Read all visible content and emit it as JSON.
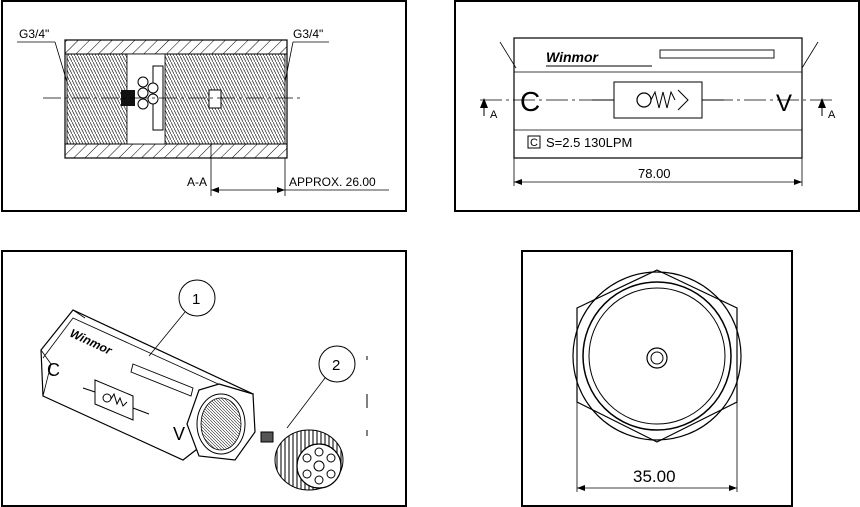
{
  "section_view": {
    "thread_left": "G3/4\"",
    "thread_right": "G3/4\"",
    "section_label": "A-A",
    "approx_dim": "APPROX.  26.00"
  },
  "front_view": {
    "brand": "Winmor",
    "letter_left": "C",
    "letter_right": "V",
    "section_mark_left": "A",
    "section_mark_right": "A",
    "spec_box": "C",
    "spec_text": "S=2.5  130LPM",
    "length_dim": "78.00"
  },
  "iso_view": {
    "brand": "Winmor",
    "letter_left": "C",
    "letter_right": "V",
    "balloon_1": "1",
    "balloon_2": "2"
  },
  "end_view": {
    "width_dim": "35.00"
  }
}
